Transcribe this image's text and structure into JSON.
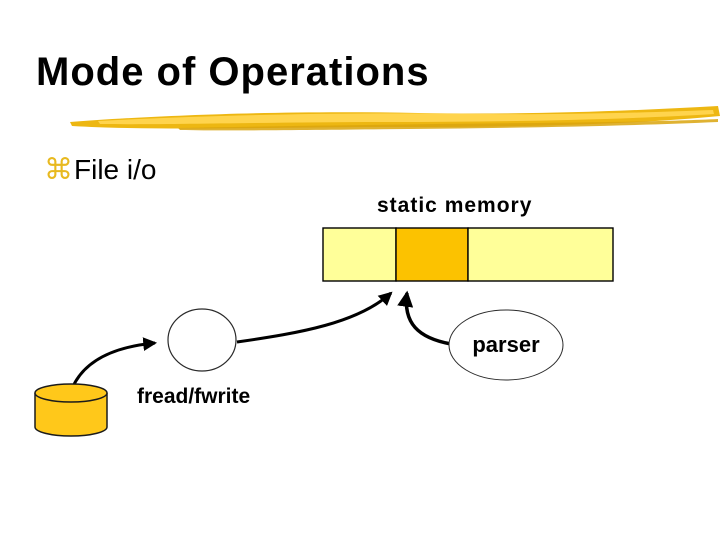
{
  "slide": {
    "title": "Mode of Operations",
    "bullet": {
      "glyph": "⌘",
      "text": "File i/o"
    },
    "labels": {
      "static_memory": "static memory",
      "parser": "parser",
      "fread_fwrite": "fread/fwrite"
    }
  },
  "colors": {
    "background": "#FFFFFF",
    "title_text": "#000000",
    "bullet_gold": "#E8B91F",
    "brush_gold": "#EDB712",
    "brush_gold_light": "#FFD44D",
    "pale_yellow": "#FFFF99",
    "gold": "#FCC200",
    "cylinder_gold": "#FFC81A",
    "shape_outline": "#1B1B1B",
    "arrow_black": "#000000"
  }
}
